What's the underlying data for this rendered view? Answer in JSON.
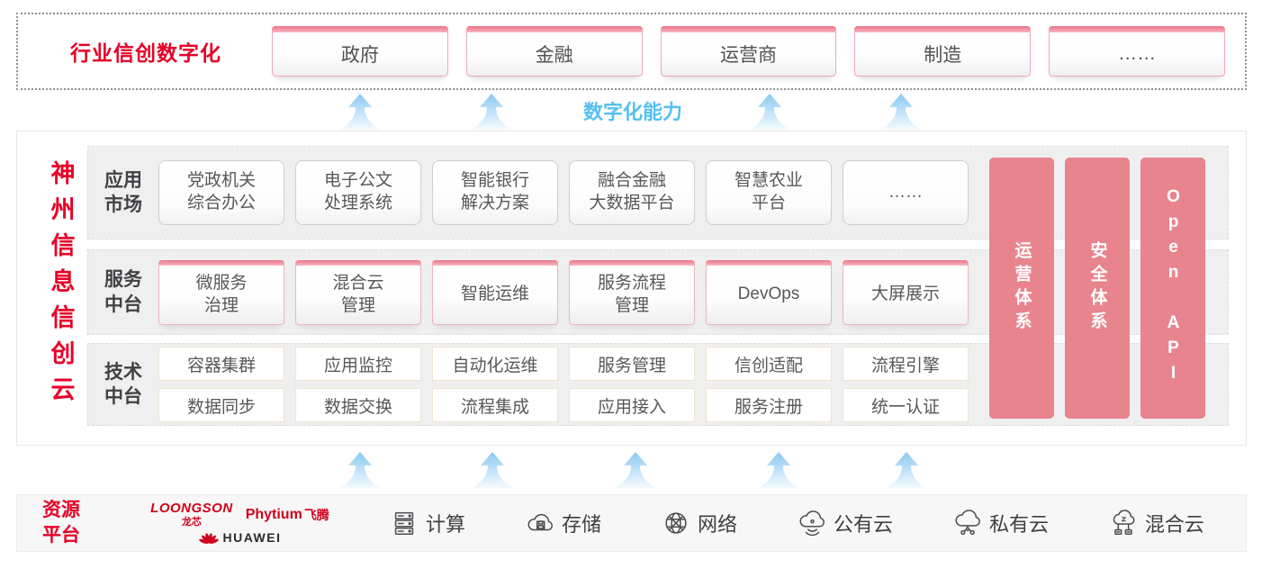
{
  "top_banner": {
    "label": "行业信创数字化",
    "industries": [
      "政府",
      "金融",
      "运营商",
      "制造",
      "……"
    ]
  },
  "capability_label": "数字化能力",
  "platform": {
    "vertical_title": "神州信息信创云",
    "app_market": {
      "label": "应用\n市场",
      "items": [
        "党政机关\n综合办公",
        "电子公文\n处理系统",
        "智能银行\n解决方案",
        "融合金融\n大数据平台",
        "智慧农业\n平台",
        "……"
      ]
    },
    "service_platform": {
      "label": "服务\n中台",
      "items": [
        "微服务\n治理",
        "混合云\n管理",
        "智能运维",
        "服务流程\n管理",
        "DevOps",
        "大屏展示"
      ]
    },
    "tech_platform": {
      "label": "技术\n中台",
      "row1": [
        "容器集群",
        "应用监控",
        "自动化运维",
        "服务管理",
        "信创适配",
        "流程引擎"
      ],
      "row2": [
        "数据同步",
        "数据交换",
        "流程集成",
        "应用接入",
        "服务注册",
        "统一认证"
      ]
    },
    "side_bars": [
      "运营体系",
      "安全体系",
      "Open API"
    ]
  },
  "resource_platform": {
    "label": "资源\n平台",
    "vendors": {
      "loongson": "LOONGSON",
      "loongson_cn": "龙芯",
      "phytium": "Phytium",
      "phytium_cn": "飞腾",
      "huawei": "HUAWEI"
    },
    "items": [
      {
        "icon": "compute-icon",
        "label": "计算"
      },
      {
        "icon": "storage-icon",
        "label": "存储"
      },
      {
        "icon": "network-icon",
        "label": "网络"
      },
      {
        "icon": "public-cloud-icon",
        "label": "公有云"
      },
      {
        "icon": "private-cloud-icon",
        "label": "私有云"
      },
      {
        "icon": "hybrid-cloud-icon",
        "label": "混合云"
      }
    ]
  },
  "colors": {
    "brand_red": "#e60027",
    "bar_pink": "#e8848e",
    "capability_blue": "#54c0f0",
    "arrow_blue": "#8ac8f0"
  }
}
